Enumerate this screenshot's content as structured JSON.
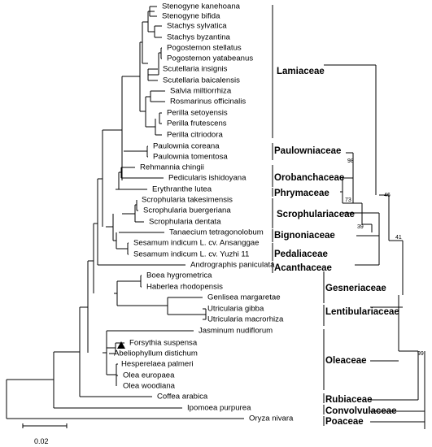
{
  "taxa": [
    {
      "id": "t1",
      "label": "Stenogyne kanehoana"
    },
    {
      "id": "t2",
      "label": "Stenogyne bifida"
    },
    {
      "id": "t3",
      "label": "Stachys sylvatica"
    },
    {
      "id": "t4",
      "label": "Stachys byzantina"
    },
    {
      "id": "t5",
      "label": "Pogostemon stellatus"
    },
    {
      "id": "t6",
      "label": "Pogostemon yatabeanus"
    },
    {
      "id": "t7",
      "label": "Scutellaria insignis"
    },
    {
      "id": "t8",
      "label": "Scutellaria baicalensis"
    },
    {
      "id": "t9",
      "label": "Salvia miltiorrhiza"
    },
    {
      "id": "t10",
      "label": "Rosmarinus officinalis"
    },
    {
      "id": "t11",
      "label": "Perilla setoyensis"
    },
    {
      "id": "t12",
      "label": "Perilla frutescens"
    },
    {
      "id": "t13",
      "label": "Perilla citriodora"
    },
    {
      "id": "t14",
      "label": "Paulownia coreana"
    },
    {
      "id": "t15",
      "label": "Paulownia tomentosa"
    },
    {
      "id": "t16",
      "label": "Rehmannia chingii"
    },
    {
      "id": "t17",
      "label": "Pedicularis ishidoyana"
    },
    {
      "id": "t18",
      "label": "Erythranthe lutea"
    },
    {
      "id": "t19",
      "label": "Scrophularia takesimensis"
    },
    {
      "id": "t20",
      "label": "Scrophularia buergeriana"
    },
    {
      "id": "t21",
      "label": "Scrophularia dentata"
    },
    {
      "id": "t22",
      "label": "Tanaecium tetragonolobum"
    },
    {
      "id": "t23",
      "label": "Sesamum indicum L. cv. Ansanggae"
    },
    {
      "id": "t24",
      "label": "Sesamum indicum L. cv. Yuzhi 11"
    },
    {
      "id": "t25",
      "label": "Andrographis paniculata"
    },
    {
      "id": "t26",
      "label": "Boea hygrometrica"
    },
    {
      "id": "t27",
      "label": "Haberlea rhodopensis"
    },
    {
      "id": "t28",
      "label": "Genlisea margaretae"
    },
    {
      "id": "t29",
      "label": "Utricularia gibba"
    },
    {
      "id": "t30",
      "label": "Utricularia macrorhiza"
    },
    {
      "id": "t31",
      "label": "Jasminum nudiflorum"
    },
    {
      "id": "t32",
      "label": "Forsythia suspensa"
    },
    {
      "id": "t33",
      "label": "Abeliophyllum distichum"
    },
    {
      "id": "t34",
      "label": "Hesperelaea palmeri"
    },
    {
      "id": "t35",
      "label": "Olea europaea"
    },
    {
      "id": "t36",
      "label": "Olea woodiana"
    },
    {
      "id": "t37",
      "label": "Coffea arabica"
    },
    {
      "id": "t38",
      "label": "Ipomoea purpurea"
    },
    {
      "id": "t39",
      "label": "Oryza nivara"
    }
  ],
  "families": [
    {
      "id": "f1",
      "label": "Lamiaceae"
    },
    {
      "id": "f2",
      "label": "Paulowniaceae"
    },
    {
      "id": "f3",
      "label": "Orobanchaceae"
    },
    {
      "id": "f4",
      "label": "Phrymaceae"
    },
    {
      "id": "f5",
      "label": "Scrophulariaceae"
    },
    {
      "id": "f6",
      "label": "Bignoniaceae"
    },
    {
      "id": "f7",
      "label": "Pedaliaceae"
    },
    {
      "id": "f8",
      "label": "Acanthaceae"
    },
    {
      "id": "f9",
      "label": "Gesneriaceae"
    },
    {
      "id": "f10",
      "label": "Lentibulariaceae"
    },
    {
      "id": "f11",
      "label": "Oleaceae"
    },
    {
      "id": "f12",
      "label": "Rubiaceae"
    },
    {
      "id": "f13",
      "label": "Convolvulaceae"
    },
    {
      "id": "f14",
      "label": "Poaceae"
    }
  ],
  "support_values": [
    {
      "id": "s1",
      "value": "98"
    },
    {
      "id": "s2",
      "value": "73"
    },
    {
      "id": "s3",
      "value": "39"
    },
    {
      "id": "s4",
      "value": "46"
    },
    {
      "id": "s5",
      "value": "41"
    },
    {
      "id": "s6",
      "value": "99"
    }
  ],
  "scale_bar": {
    "label": "0.02"
  },
  "marked_taxon": {
    "taxon": "Forsythia suspensa",
    "marker": "filled-triangle-icon"
  }
}
